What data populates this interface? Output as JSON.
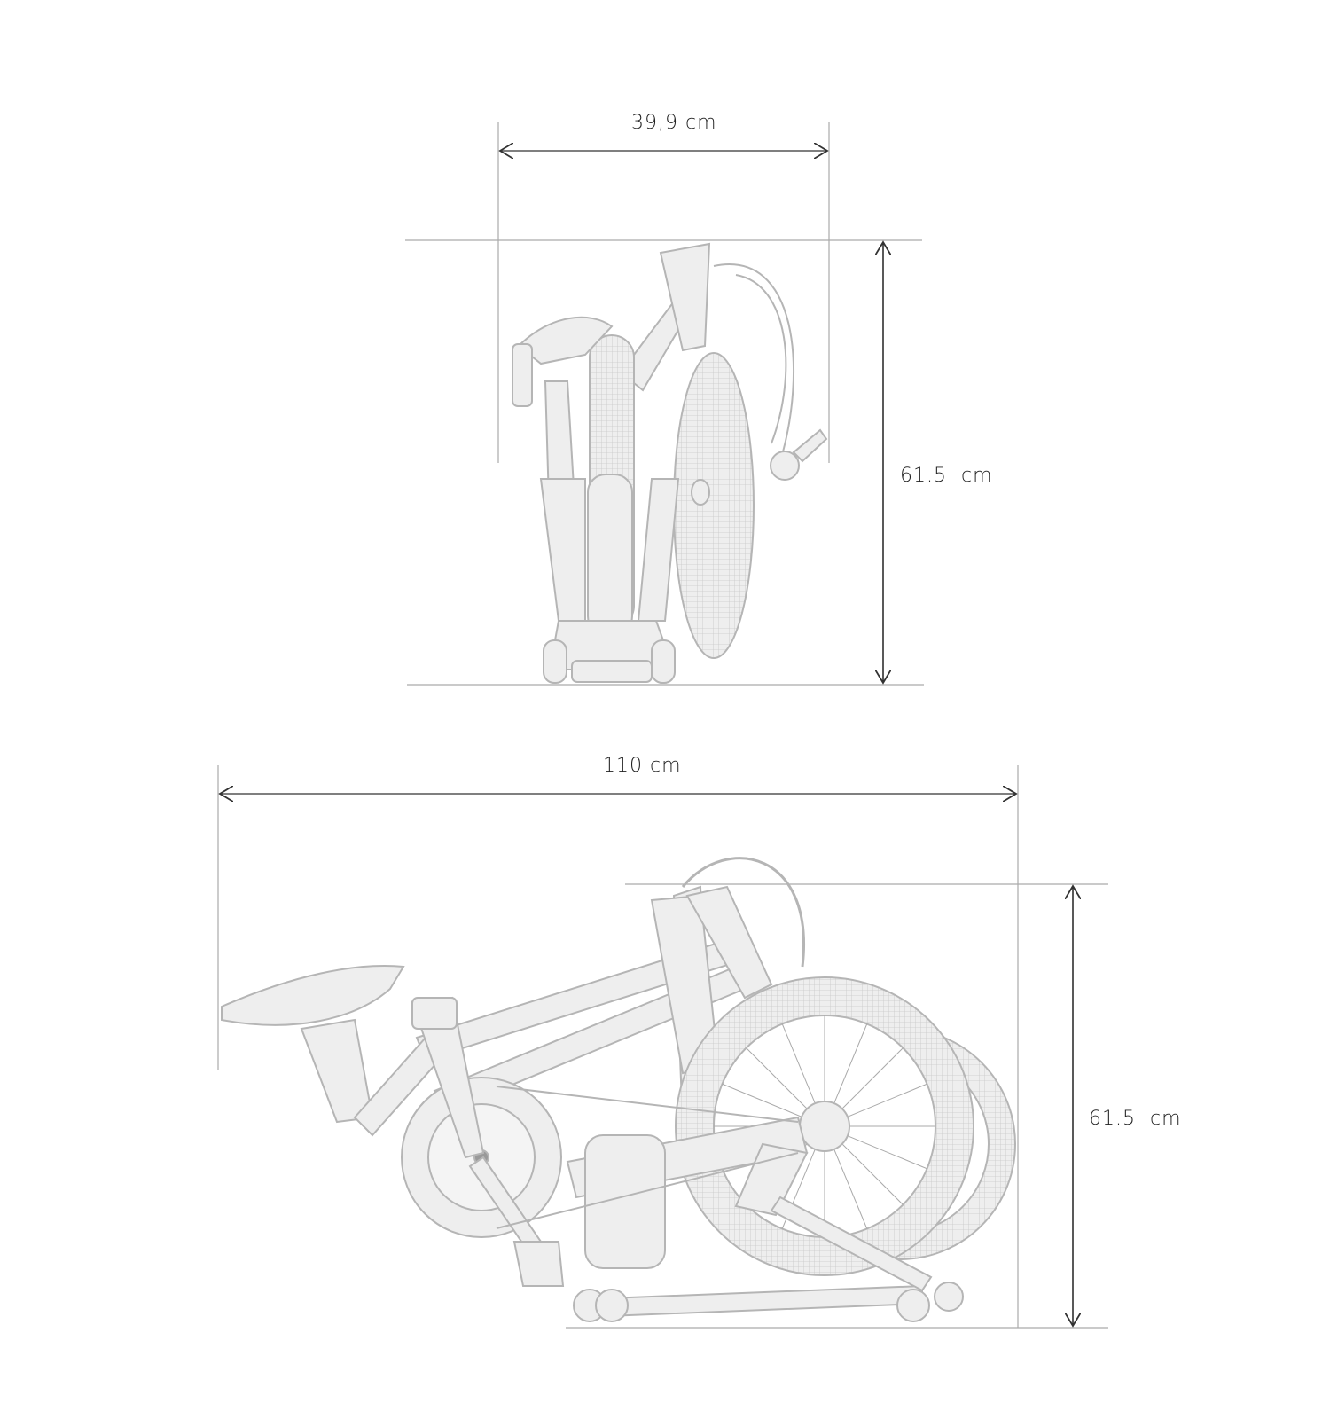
{
  "folded_front_view": {
    "width_label": "39,9 cm",
    "height_label": "61.5  cm"
  },
  "folded_side_view": {
    "length_label": "110 cm",
    "height_label": "61.5  cm"
  },
  "colors": {
    "dimension_line": "#999999",
    "arrow": "#333333",
    "bike_fill": "#eeeeee",
    "bike_stroke": "#b5b5b5"
  }
}
